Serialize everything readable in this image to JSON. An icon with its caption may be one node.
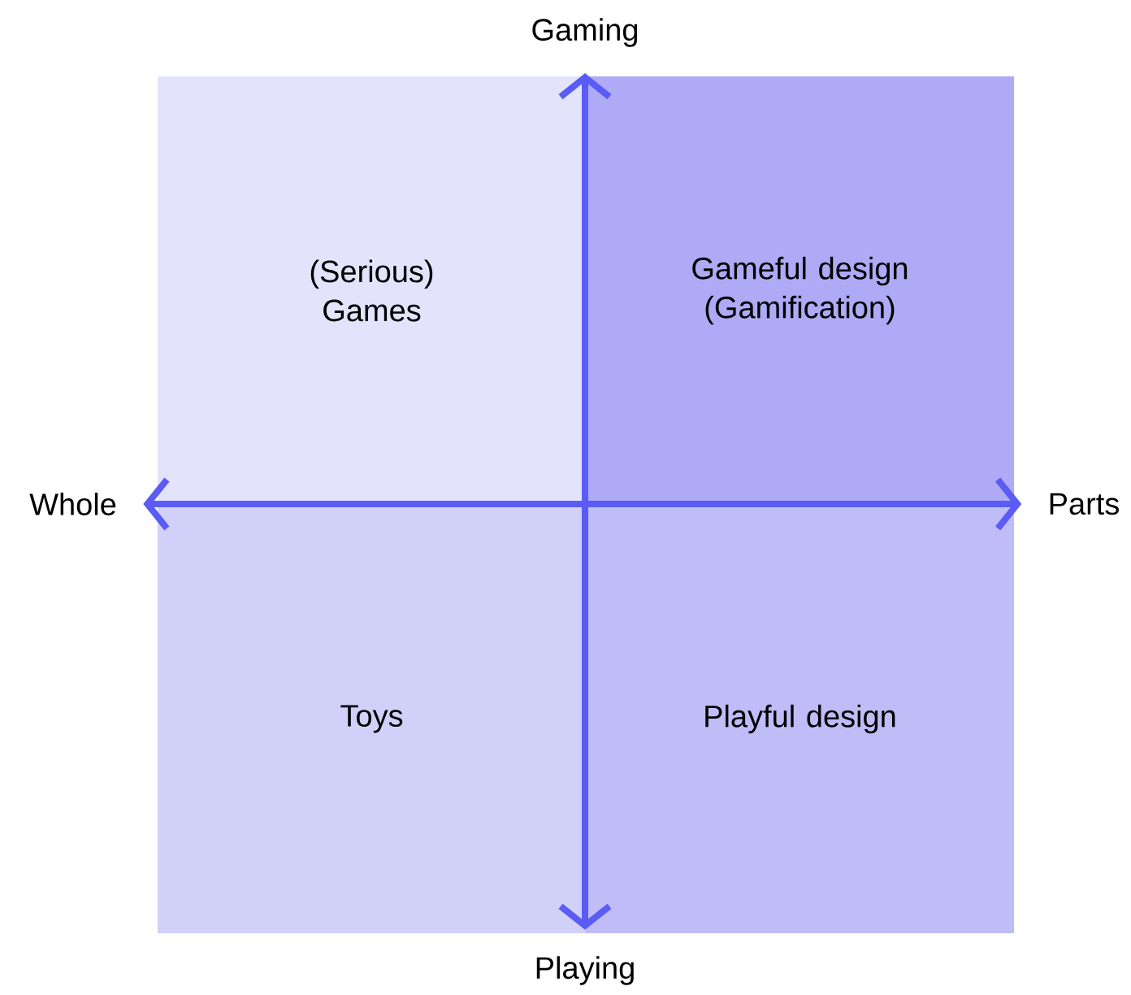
{
  "diagram": {
    "nodes": [
      {
        "text": [
          "(Serious) Games"
        ]
      },
      {
        "text": [
          "Gameful design (Gamification)"
        ]
      },
      {
        "text": [
          "Toys"
        ]
      },
      {
        "text": [
          "Playful design"
        ]
      },
      {
        "text": [
          "Gaming"
        ]
      },
      {
        "text": [
          "Whole"
        ]
      },
      {
        "text": [
          "Parts"
        ]
      },
      {
        "text": [
          "Playing"
        ]
      }
    ],
    "edges": [
      {
        "from": 4,
        "to": 7,
        "arrow": "both"
      },
      {
        "from": 5,
        "to": 6,
        "arrow": "both"
      }
    ]
  }
}
